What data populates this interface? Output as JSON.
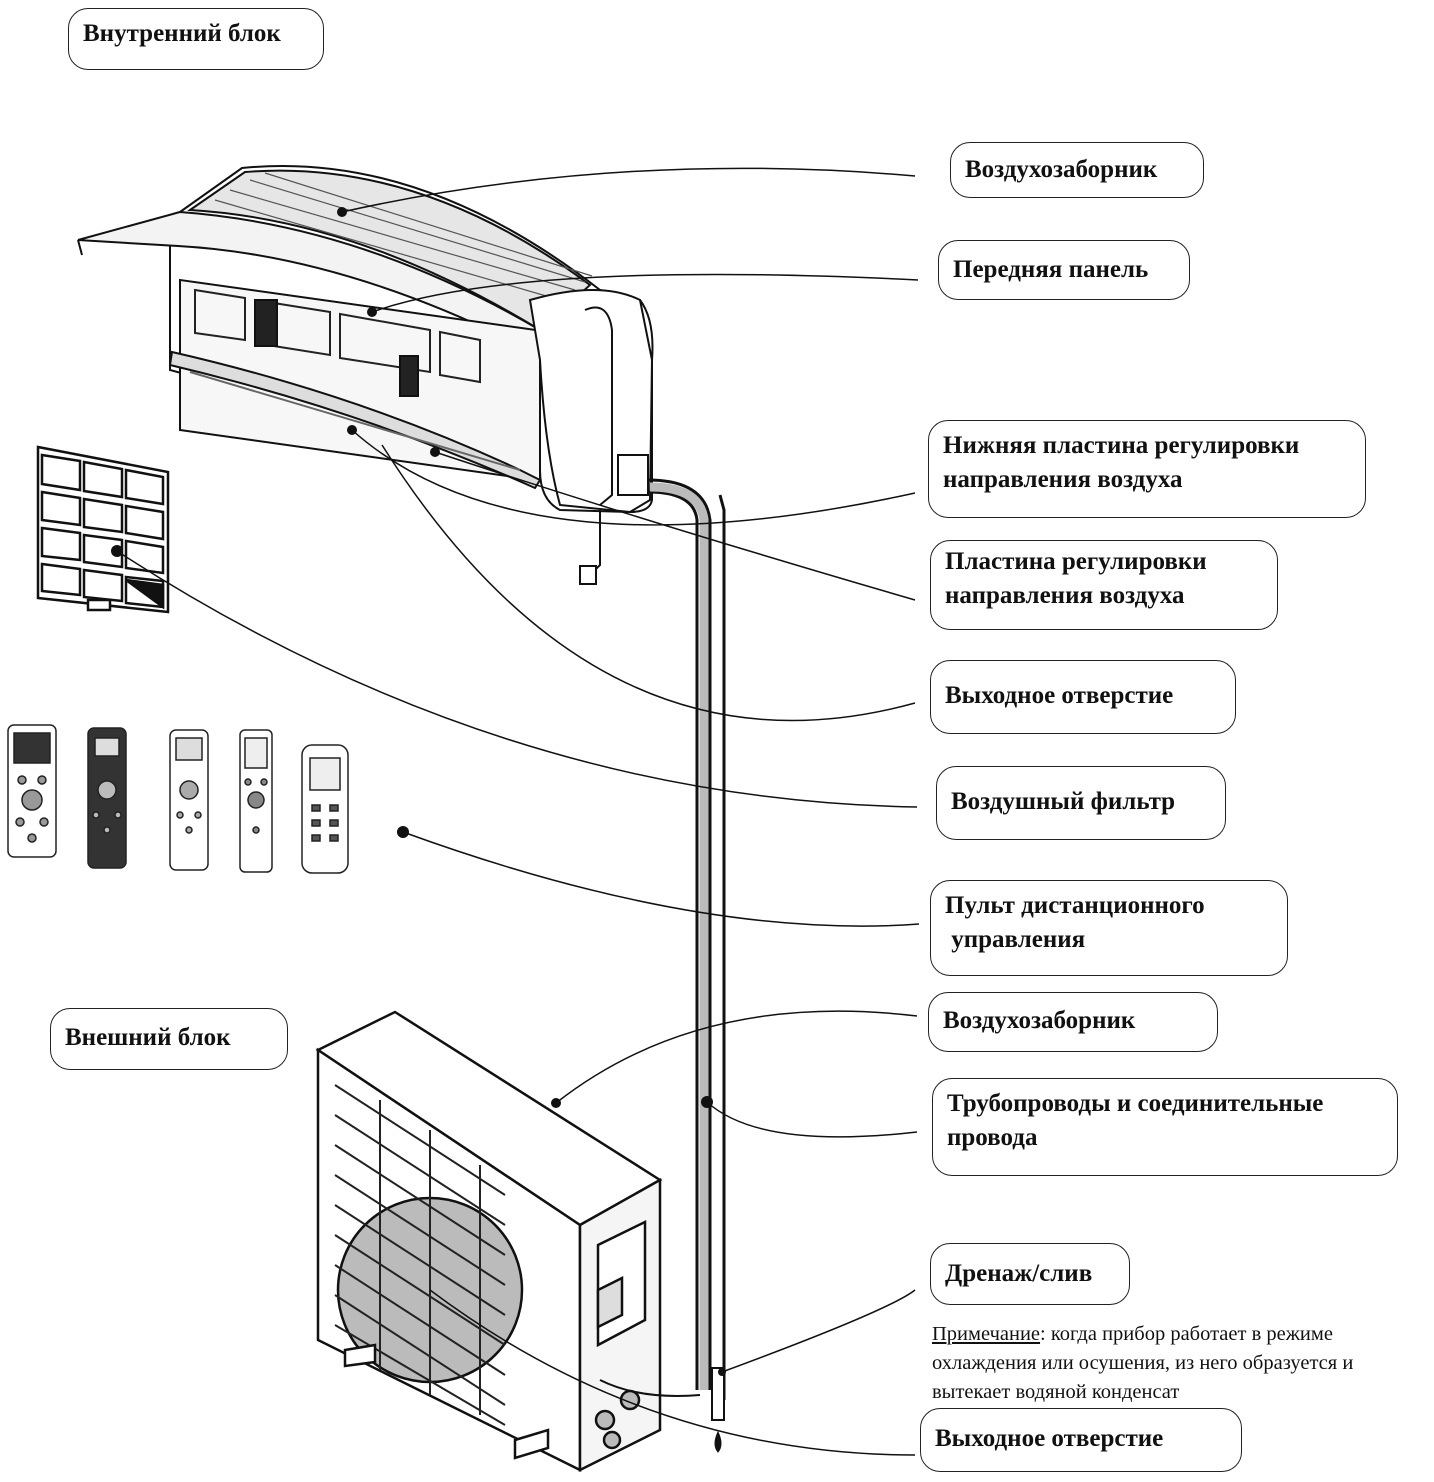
{
  "header": {
    "indoor_unit": "Внутренний блок",
    "outdoor_unit": "Внешний блок"
  },
  "labels": {
    "air_intake_indoor": "Воздухозаборник",
    "front_panel": "Передняя панель",
    "lower_louver": [
      "Нижняя пластина регулировки",
      "направления воздуха"
    ],
    "louver": [
      "Пластина регулировки",
      "направления воздуха"
    ],
    "air_outlet_indoor": "Выходное отверстие",
    "air_filter": "Воздушный фильтр",
    "remote_control": [
      "Пульт дистанционного",
      " управления"
    ],
    "air_intake_outdoor": "Воздухозаборник",
    "piping": [
      "Трубопроводы и соединительные",
      "провода"
    ],
    "drain": "Дренаж/слив",
    "air_outlet_outdoor": "Выходное отверстие"
  },
  "note": {
    "title": "Примечание",
    "text": ": когда прибор работает в режиме охлаждения или осушения, из него образуется и вытекает водяной конденсат"
  }
}
